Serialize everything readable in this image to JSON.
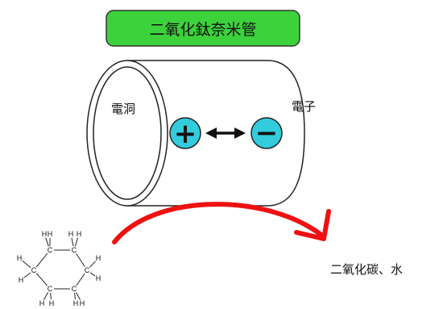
{
  "title": "二氧化鈦奈米管",
  "hole_label": "電洞",
  "electron_label": "電子",
  "positive_symbol": "+",
  "negative_symbol": "−",
  "product_label": "二氧化碳、水",
  "molecule": {
    "carbon": "C",
    "hydrogen": "H"
  },
  "colors": {
    "title_fill": "#3cd23c",
    "charge_fill": "#33ccdd",
    "arrow": "#ee1111",
    "line": "#222222"
  }
}
